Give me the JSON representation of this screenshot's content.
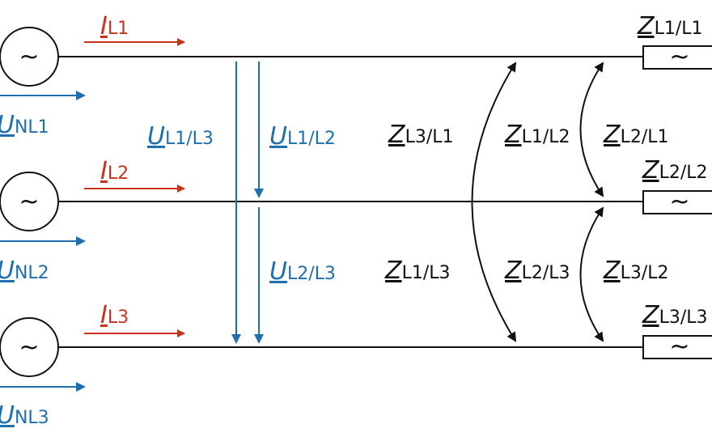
{
  "colors": {
    "line": "#111111",
    "current": "#c8331e",
    "voltage": "#1e6fb0",
    "impedance": "#111111"
  },
  "sources": [
    {
      "symbol": "~"
    },
    {
      "symbol": "~"
    },
    {
      "symbol": "~"
    }
  ],
  "currents": [
    {
      "main": "I",
      "sub": "L1"
    },
    {
      "main": "I",
      "sub": "L2"
    },
    {
      "main": "I",
      "sub": "L3"
    }
  ],
  "source_voltages": [
    {
      "main": "U",
      "sub": "NL1"
    },
    {
      "main": "U",
      "sub": "NL2"
    },
    {
      "main": "U",
      "sub": "NL3"
    }
  ],
  "line_voltages": {
    "l1_l3": {
      "main": "U",
      "sub": "L1/L3"
    },
    "l1_l2": {
      "main": "U",
      "sub": "L1/L2"
    },
    "l2_l3": {
      "main": "U",
      "sub": "L2/L3"
    }
  },
  "coupling_impedances": {
    "l3_l1": {
      "main": "Z",
      "sub": "L3/L1"
    },
    "l1_l2": {
      "main": "Z",
      "sub": "L1/L2"
    },
    "l2_l1": {
      "main": "Z",
      "sub": "L2/L1"
    },
    "l1_l3": {
      "main": "Z",
      "sub": "L1/L3"
    },
    "l2_l3": {
      "main": "Z",
      "sub": "L2/L3"
    },
    "l3_l2": {
      "main": "Z",
      "sub": "L3/L2"
    }
  },
  "load_impedances": [
    {
      "main": "Z",
      "sub": "L1/L1",
      "symbol": "~"
    },
    {
      "main": "Z",
      "sub": "L2/L2",
      "symbol": "~"
    },
    {
      "main": "Z",
      "sub": "L3/L3",
      "symbol": "~"
    }
  ]
}
